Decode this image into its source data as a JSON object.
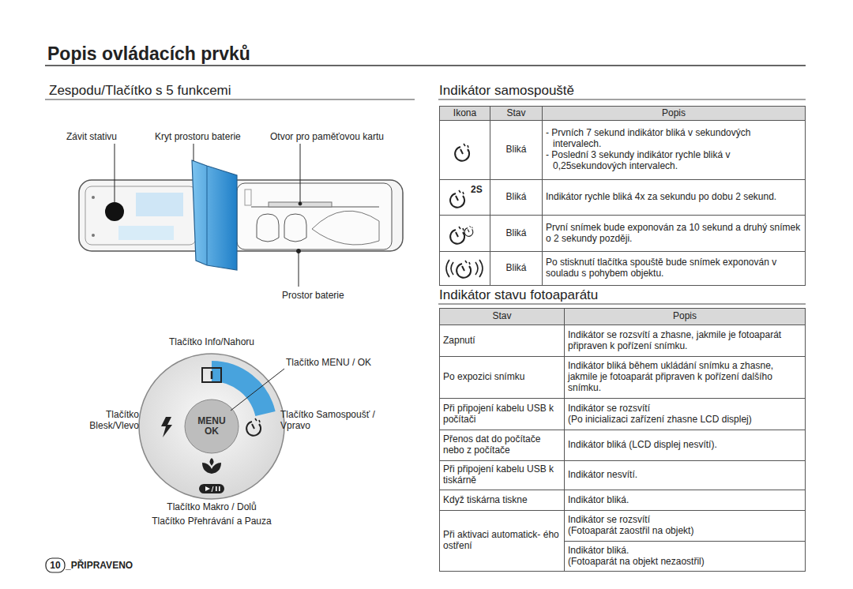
{
  "diagram": {
    "title": "Popis ovládacích prvků",
    "nodes": [
      {
        "text": [
          "MENU OK"
        ]
      }
    ],
    "labels": [
      "Zespodu/Tlačítko s 5 funkcemi",
      "Závit stativu",
      "Kryt prostoru baterie",
      "Otvor pro paměťovou kartu",
      "Prostor baterie",
      "Tlačítko Info/Nahoru",
      "Tlačítko MENU / OK",
      "Tlačítko Blesk/Vlevo",
      "Tlačítko Samospoušť / Vpravo",
      "Tlačítko Makro / Dolů",
      "Tlačítko Přehrávání a Pauza",
      "10",
      "_PŘIPRAVENO",
      "Indikátor samospouště",
      "Ikona",
      "Stav",
      "Popis",
      "Bliká",
      "- Prvních 7 sekund indikátor bliká v sekundových intervalech.",
      "- Poslední 3 sekundy indikátor rychle bliká v 0,25sekundových intervalech.",
      "2S",
      "Bliká",
      "Indikátor rychle bliká 4x za sekundu po dobu 2 sekund.",
      "Bliká",
      "První snímek bude exponován za 10 sekund a druhý snímek o 2 sekundy později.",
      "Bliká",
      "Po stisknutí tlačítka spouště bude snímek exponován v souladu s pohybem objektu.",
      "Indikátor stavu fotoaparátu",
      "Stav",
      "Popis",
      "Zapnutí",
      "Indikátor se rozsvítí a zhasne, jakmile je fotoaparát připraven k pořízení snímku.",
      "Po expozici snímku",
      "Indikátor bliká během ukládání snímku a zhasne, jakmile je fotoaparát připraven k pořízení dalšího snímku.",
      "Při připojení kabelu USB k počítači",
      "Indikátor se rozsvítí",
      "(Po inicializaci zařízení zhasne LCD displej)",
      "Přenos dat do počítače nebo z počítače",
      "Indikátor bliká (LCD displej nesvítí).",
      "Při připojení kabelu USB k tiskárně",
      "Indikátor nesvítí.",
      "Když tiskárna tiskne",
      "Indikátor bliká.",
      "Při aktivaci automatick- ého ostření",
      "Indikátor se rozsvítí",
      "(Fotoaparát zaostřil na objekt)",
      "Indikátor bliká.",
      "(Fotoaparát na objekt nezaostřil)"
    ]
  }
}
